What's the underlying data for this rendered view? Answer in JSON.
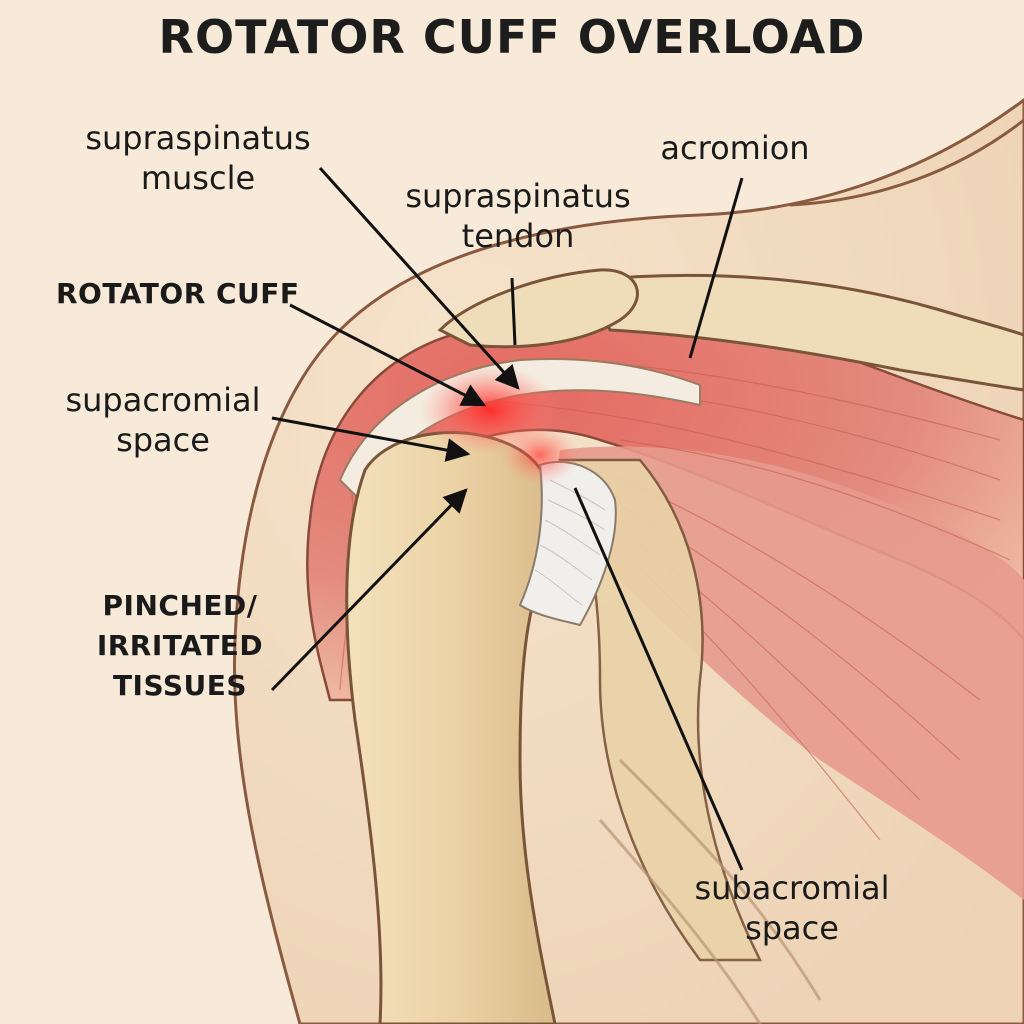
{
  "title": "ROTATOR CUFF OVERLOAD",
  "labels": {
    "supraspinatus_muscle": [
      "supraspinatus",
      "muscle"
    ],
    "supraspinatus_tendon": [
      "supraspinatus",
      "tendon"
    ],
    "acromion": [
      "acromion"
    ],
    "rotator_cuff": [
      "ROTATOR CUFF"
    ],
    "supacromial_space": [
      "supacromial",
      "space"
    ],
    "pinched_tissues": [
      "PINCHED/",
      "IRRITATED",
      "TISSUES"
    ],
    "subacromial_space": [
      "subacromial",
      "space"
    ]
  },
  "colors": {
    "background": "#f7ead8",
    "skin": "#f2dcc1",
    "bone": "#ecd6ac",
    "muscle": "#e07d74",
    "inflammation": "#ff3b3b",
    "outline": "#6e4a36"
  }
}
